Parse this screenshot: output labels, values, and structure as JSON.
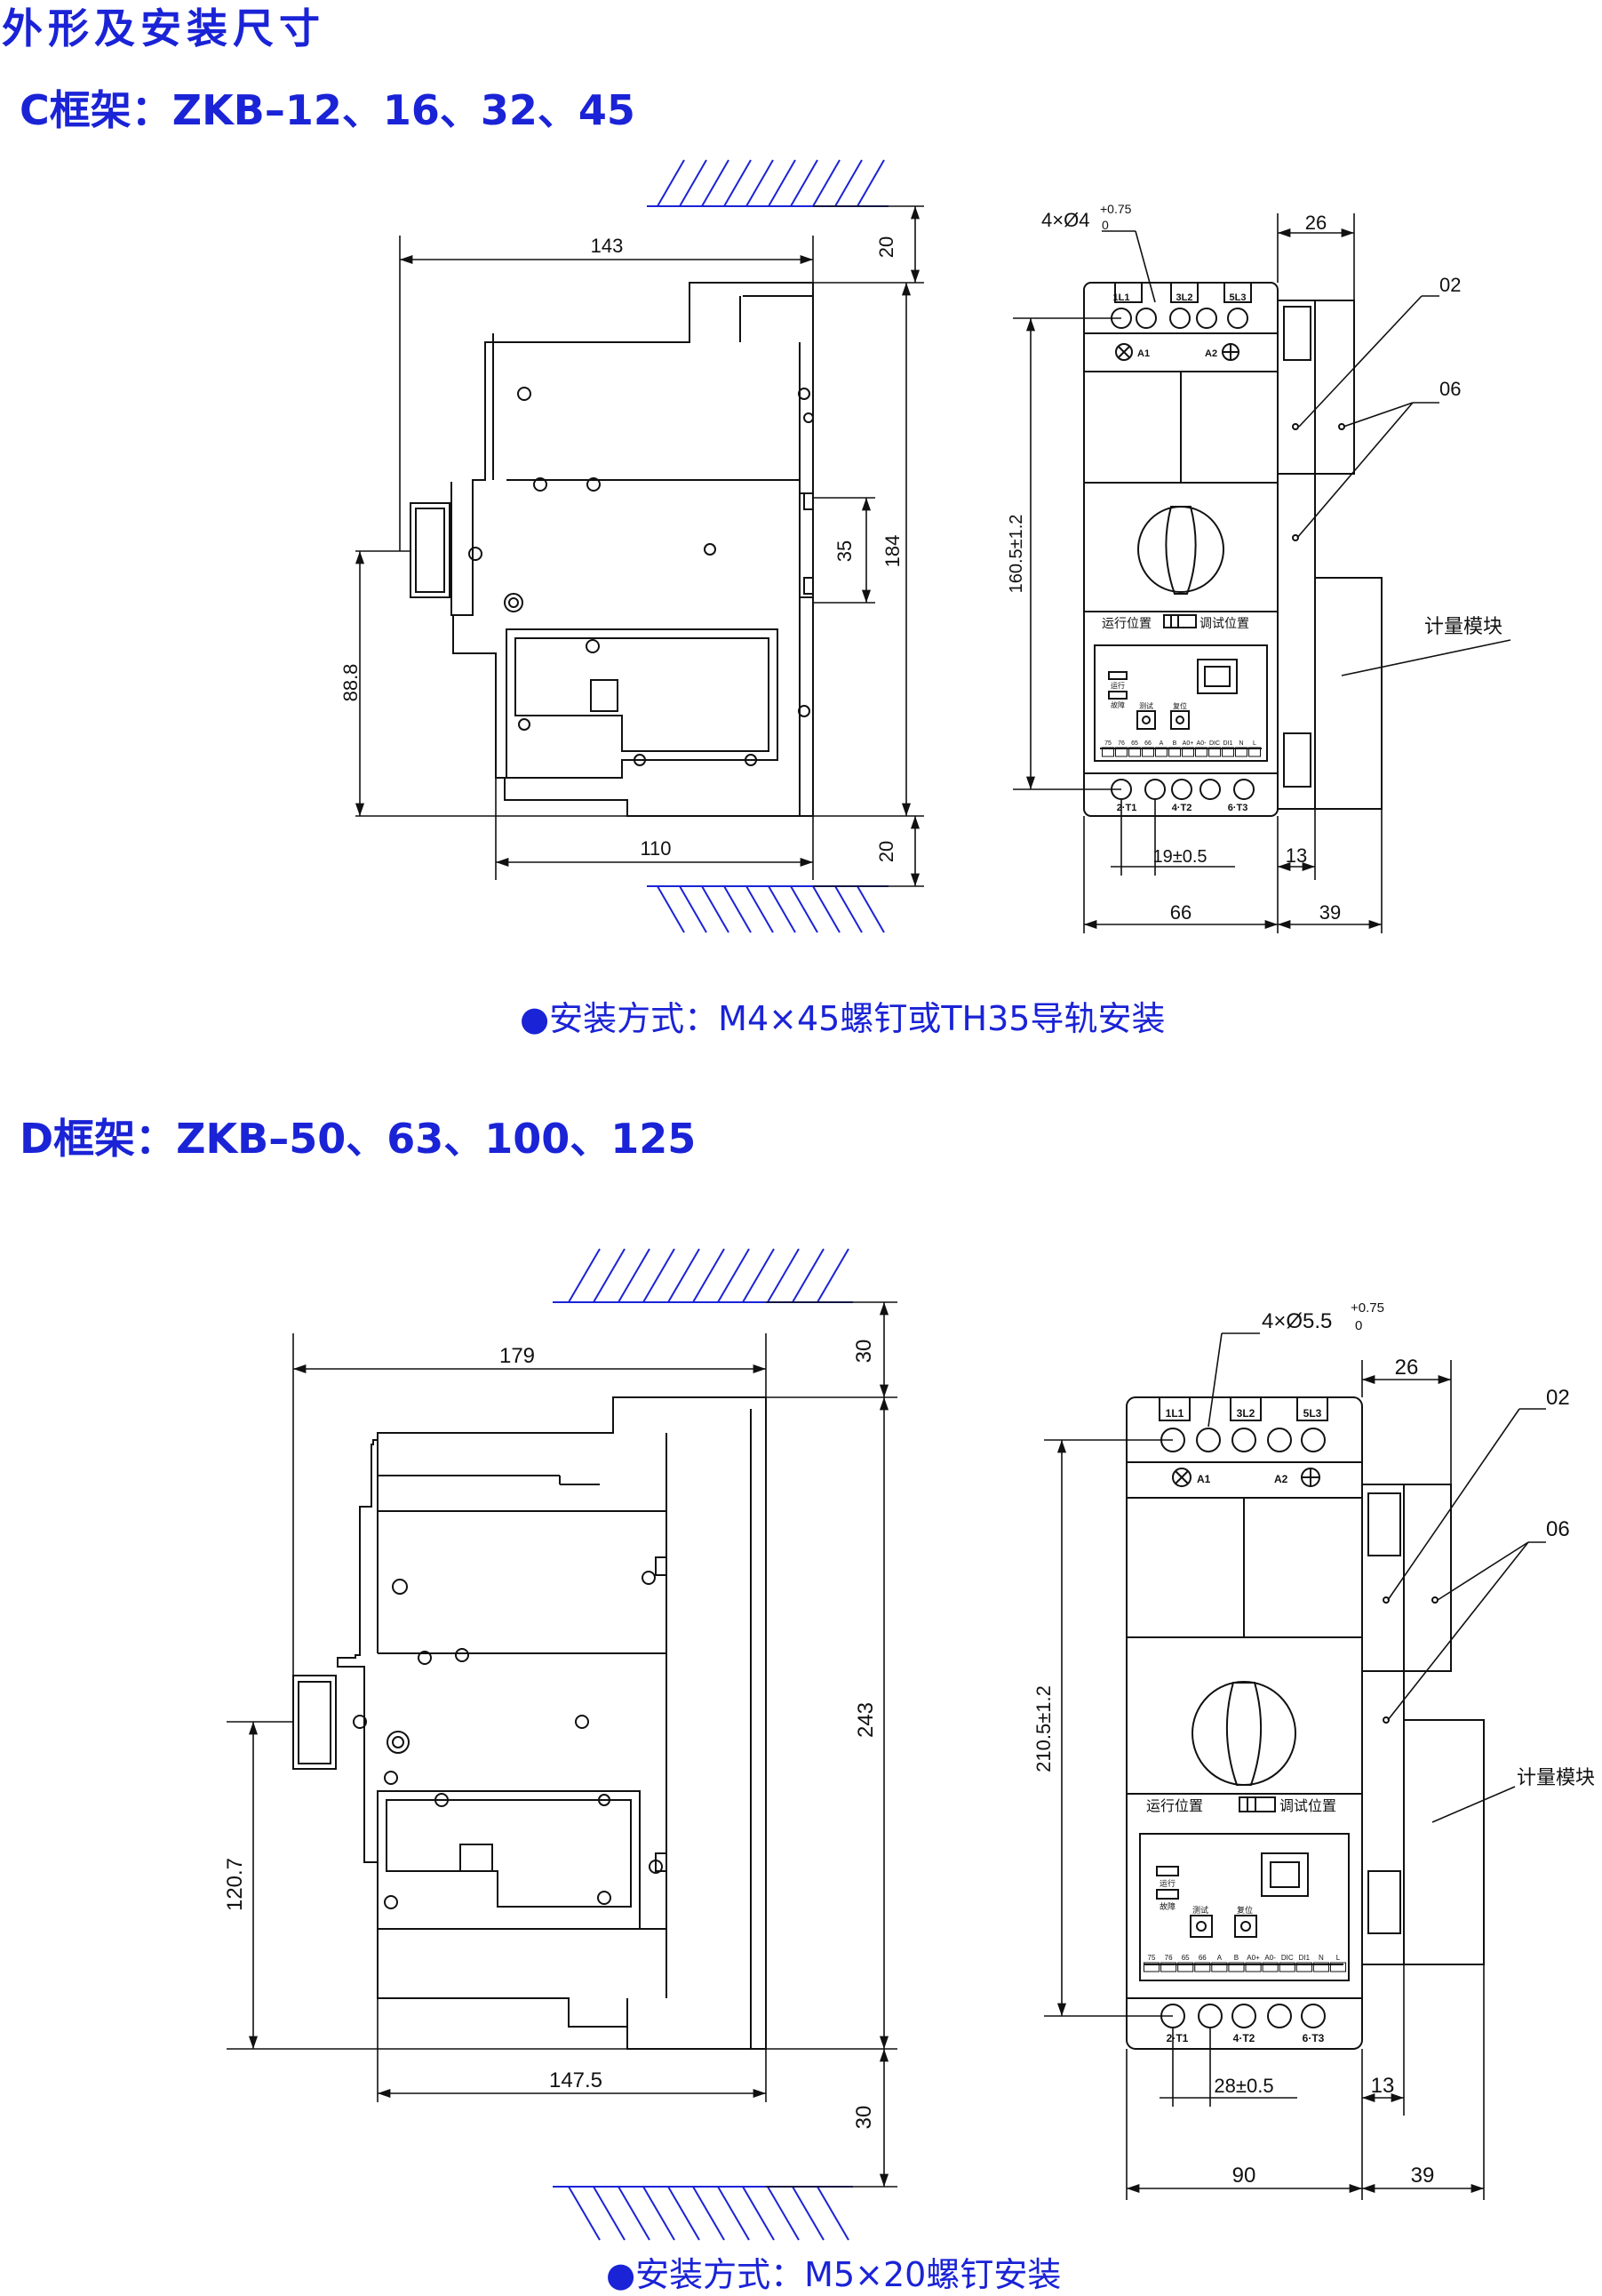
{
  "page": {
    "title": "外形及安装尺寸",
    "accent_color": "#1a23d6",
    "hatch_color": "#1a23d6"
  },
  "c_frame": {
    "title": "C框架：ZKB–12、16、32、45",
    "note": "安装方式：M4×45螺钉或TH35导轨安装",
    "bullet": "●",
    "side": {
      "d143": "143",
      "d20a": "20",
      "d184": "184",
      "d35": "35",
      "d88": "88.8",
      "d110": "110",
      "d20b": "20"
    },
    "front": {
      "holes": "4×Ø4",
      "tol_upper": "+0.75",
      "tol_lower": "0",
      "d26": "26",
      "c02": "02",
      "c06": "06",
      "d160": "160.5±1.2",
      "module": "计量模块",
      "d19": "19±0.5",
      "d13": "13",
      "d66": "66",
      "d39": "39",
      "t1": "1L1",
      "t2": "3L2",
      "t3": "5L3",
      "a1": "A1",
      "a2": "A2",
      "b1": "2·T1",
      "b2": "4·T2",
      "b3": "6·T3",
      "run_pos": "运行位置",
      "debug_pos": "调试位置",
      "led_run": "运行",
      "led_fault": "故障",
      "btn_test": "测试",
      "btn_reset": "复位",
      "terms": [
        "75",
        "76",
        "65",
        "66",
        "A",
        "B",
        "A0+",
        "A0-",
        "DIC",
        "DI1",
        "N",
        "L"
      ]
    }
  },
  "d_frame": {
    "title": "D框架：ZKB–50、63、100、125",
    "note": "安装方式：M5×20螺钉安装",
    "bullet": "●",
    "side": {
      "d179": "179",
      "d30a": "30",
      "d243": "243",
      "d120": "120.7",
      "d147": "147.5",
      "d30b": "30"
    },
    "front": {
      "holes": "4×Ø5.5",
      "tol_upper": "+0.75",
      "tol_lower": "0",
      "d26": "26",
      "c02": "02",
      "c06": "06",
      "d210": "210.5±1.2",
      "module": "计量模块",
      "d28": "28±0.5",
      "d13": "13",
      "d90": "90",
      "d39": "39",
      "t1": "1L1",
      "t2": "3L2",
      "t3": "5L3",
      "a1": "A1",
      "a2": "A2",
      "b1": "2·T1",
      "b2": "4·T2",
      "b3": "6·T3",
      "run_pos": "运行位置",
      "debug_pos": "调试位置",
      "led_run": "运行",
      "led_fault": "故障",
      "btn_test": "测试",
      "btn_reset": "复位",
      "terms": [
        "75",
        "76",
        "65",
        "66",
        "A",
        "B",
        "A0+",
        "A0-",
        "DIC",
        "DI1",
        "N",
        "L"
      ]
    }
  }
}
